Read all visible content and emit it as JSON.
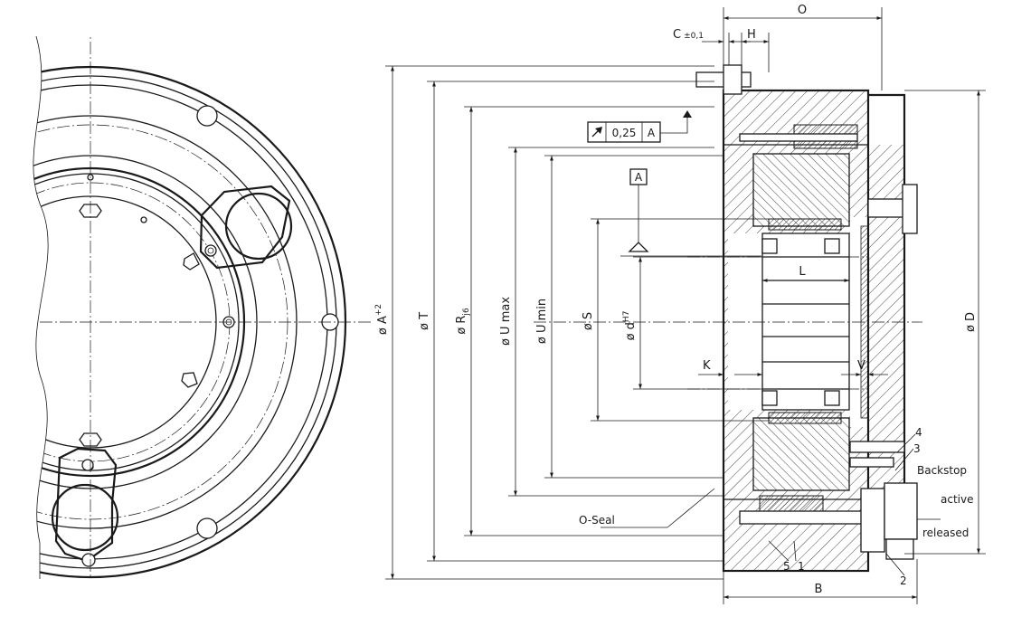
{
  "dimensions": {
    "c": "C",
    "c_tol": "±0,1",
    "h": "H",
    "o": "O",
    "a": "ø A",
    "a_sup": "+2",
    "t": "ø T",
    "r": "ø R",
    "r_sub": "j6",
    "u_max": "ø U max",
    "u_min": "ø U min",
    "s": "ø S",
    "d_bore": "ø d",
    "d_bore_sup": "H7",
    "l": "L",
    "k": "K",
    "v": "V",
    "d_outer": "ø D",
    "b": "B"
  },
  "tolerance_frame": {
    "value": "0,25",
    "datum": "A"
  },
  "datum_label": "A",
  "labels": {
    "o_seal": "O-Seal",
    "backstop": "Backstop",
    "active": "active",
    "released": "released"
  },
  "part_numbers": [
    "1",
    "2",
    "3",
    "4",
    "5"
  ]
}
